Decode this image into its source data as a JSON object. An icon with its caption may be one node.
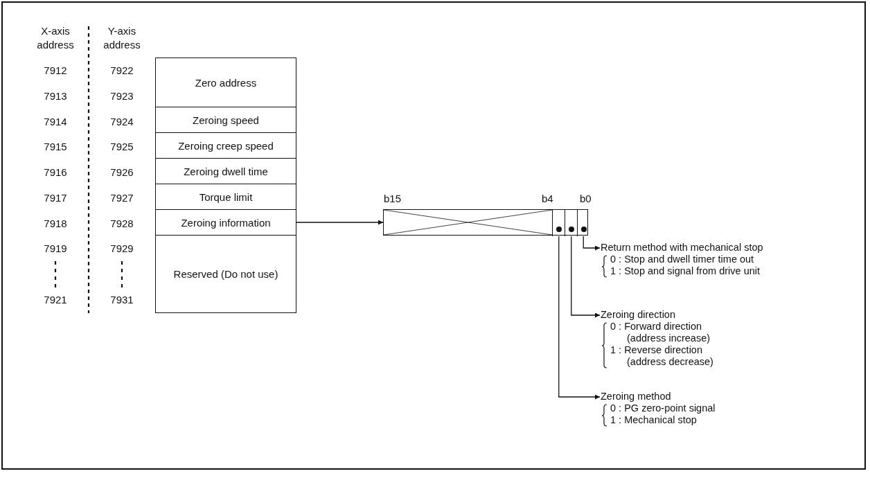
{
  "diagram": {
    "nodes": [
      {
        "text": [
          "Zero address"
        ]
      },
      {
        "text": [
          "Zeroing speed"
        ]
      },
      {
        "text": [
          "Zeroing creep speed"
        ]
      },
      {
        "text": [
          "Zeroing dwell time"
        ]
      },
      {
        "text": [
          "Torque limit"
        ]
      },
      {
        "text": [
          "Zeroing information"
        ]
      },
      {
        "text": [
          "Reserved (Do not use)"
        ]
      },
      {
        "text": [],
        "shape": "bar",
        "beside": [
          "b15",
          "b4",
          "b0"
        ]
      },
      {
        "text": [],
        "shape": "box",
        "in": 7
      },
      {
        "text": [],
        "shape": "box",
        "in": 7
      },
      {
        "text": [],
        "shape": "box",
        "in": 7
      },
      {
        "text": [
          "Return method with mechanical stop",
          "0 : Stop and dwell timer time out",
          "1 : Stop and signal from drive unit"
        ]
      },
      {
        "text": [
          "Zeroing direction",
          "0 : Forward direction (address increase)",
          "1 : Reverse direction (address decrease)"
        ]
      },
      {
        "text": [
          "Zeroing method",
          "0 : PG zero-point signal",
          "1 : Mechanical stop"
        ]
      }
    ],
    "edges": [
      {
        "from": 5,
        "to": 7,
        "arrow": "to"
      },
      {
        "from": 10,
        "to": 11,
        "arrow": "to"
      },
      {
        "from": 9,
        "to": 12,
        "arrow": "to"
      },
      {
        "from": 8,
        "to": 13,
        "arrow": "to"
      }
    ],
    "labels": [
      "X-axis address",
      "Y-axis address",
      "7912",
      "7922",
      "7913",
      "7923",
      "7914",
      "7924",
      "7915",
      "7925",
      "7916",
      "7926",
      "7917",
      "7927",
      "7918",
      "7928",
      "7919",
      "7929",
      "7921",
      "7931"
    ]
  }
}
